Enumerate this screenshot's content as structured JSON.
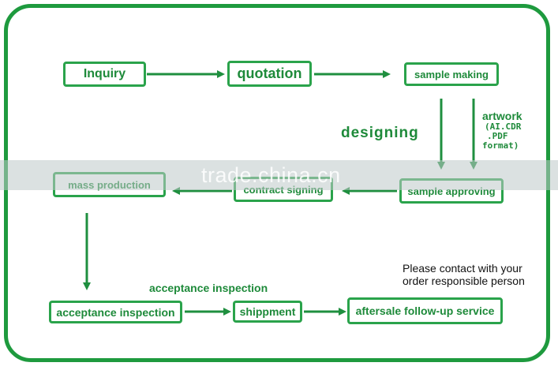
{
  "nodes": {
    "inquiry": "Inquiry",
    "quotation": "quotation",
    "sample_making": "sample making",
    "sample_approving": "sample approving",
    "contract_signing": "contract signing",
    "mass_production": "mass production",
    "acceptance_inspection": "acceptance inspection",
    "shippment": "shippment",
    "aftersale": "aftersale follow-up service"
  },
  "labels": {
    "designing": "designing",
    "artwork": "artwork",
    "artwork_line1": "(AI.CDR",
    "artwork_line2": ".PDF",
    "artwork_line3": "format)",
    "acceptance_inspection": "acceptance inspection",
    "contact_line1": "Please contact with your",
    "contact_line2": "order responsible person"
  },
  "watermark": "trade.china.cn",
  "colors": {
    "frame": "#1e9a3e",
    "node_border": "#2aa34b",
    "text": "#1e8a3a",
    "arrow": "#1f8f3f"
  }
}
